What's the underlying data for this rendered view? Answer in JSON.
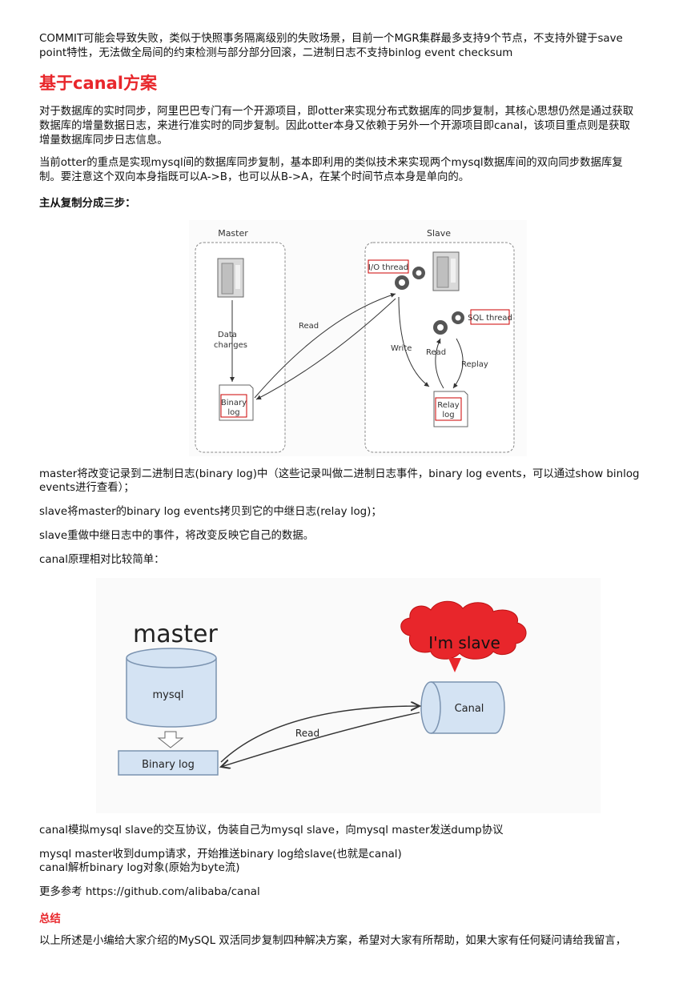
{
  "intro": {
    "line1": "COMMIT可能会导致失败，类似于快照事务隔离级别的失败场景，目前一个MGR集群最多支持9个节点，不支持外键于save",
    "line2": "point特性，无法做全局间的约束检测与部分部分回滚，二进制日志不支持binlog event checksum"
  },
  "section_title": "基于canal方案",
  "para1": {
    "line1": "对于数据库的实时同步，阿里巴巴专门有一个开源项目，即otter来实现分布式数据库的同步复制，其核心思想仍然是通过获取",
    "line2": "数据库的增量数据日志，来进行准实时的同步复制。因此otter本身又依赖于另外一个开源项目即canal，该项目重点则是获取",
    "line3": "增量数据库同步日志信息。"
  },
  "para2": {
    "line1": "当前otter的重点是实现mysql间的数据库同步复制，基本即利用的类似技术来实现两个mysql数据库间的双向同步数据库复",
    "line2": "制。要注意这个双向本身指既可以A->B，也可以从B->A，在某个时间节点本身是单向的。"
  },
  "steps_heading": "主从复制分成三步：",
  "diagram1": {
    "master_label": "Master",
    "slave_label": "Slave",
    "data_changes": [
      "Data",
      "changes"
    ],
    "read_label": "Read",
    "write_label": "Write",
    "read2_label": "Read",
    "replay_label": "Replay",
    "io_thread": "I/O thread",
    "sql_thread": "SQL thread",
    "binary_log": [
      "Binary",
      "log"
    ],
    "relay_log": [
      "Relay",
      "log"
    ]
  },
  "step1": {
    "line1": "master将改变记录到二进制日志(binary log)中（这些记录叫做二进制日志事件，binary log events，可以通过show binlog",
    "line2": "events进行查看）；"
  },
  "step2": "slave将master的binary log events拷贝到它的中继日志(relay log)；",
  "step3": "slave重做中继日志中的事件，将改变反映它自己的数据。",
  "canal_intro": "canal原理相对比较简单：",
  "diagram2": {
    "master_title": "master",
    "mysql_label": "mysql",
    "binary_log_label": "Binary log",
    "read_label": "Read",
    "canal_label": "Canal",
    "cloud_label": "I'm slave"
  },
  "canal1": "canal模拟mysql slave的交互协议，伪装自己为mysql slave，向mysql master发送dump协议",
  "canal2": "mysql master收到dump请求，开始推送binary log给slave(也就是canal)",
  "canal3": "canal解析binary log对象(原始为byte流)",
  "more_ref": "更多参考 https://github.com/alibaba/canal",
  "summary_title": "总结",
  "summary_text": "以上所述是小编给大家介绍的MySQL 双活同步复制四种解决方案，希望对大家有所帮助，如果大家有任何疑问请给我留言，",
  "colors": {
    "heading_red": "#e8262b",
    "box_blue": "#d4e3f3",
    "box_border": "#7b93b0"
  }
}
